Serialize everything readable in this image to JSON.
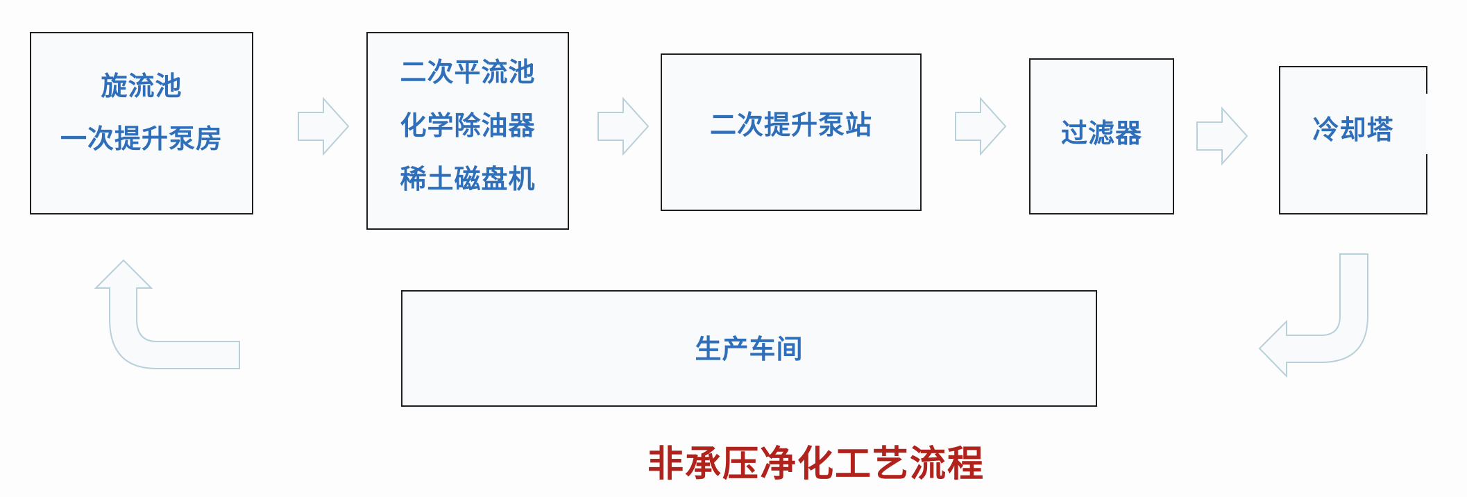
{
  "diagram": {
    "title": "非承压净化工艺流程",
    "colors": {
      "node_text": "#2F6FBA",
      "node_border": "#1E1E1E",
      "node_fill": "#F9FAFB",
      "arrow_stroke": "#B7D0D9",
      "arrow_fill": "#F9FAFB",
      "title": "#B0221B"
    },
    "nodes": [
      {
        "id": "node-1",
        "lines": [
          "旋流池",
          "一次提升泵房"
        ]
      },
      {
        "id": "node-2",
        "lines": [
          "二次平流池",
          "化学除油器",
          "稀土磁盘机"
        ]
      },
      {
        "id": "node-3",
        "lines": [
          "二次提升泵站"
        ]
      },
      {
        "id": "node-4",
        "lines": [
          "过滤器"
        ]
      },
      {
        "id": "node-5",
        "lines": [
          "冷却塔"
        ]
      },
      {
        "id": "node-6",
        "lines": [
          "生产车间"
        ]
      }
    ],
    "edges": [
      {
        "from": "node-1",
        "to": "node-2",
        "icon": "right-arrow-icon"
      },
      {
        "from": "node-2",
        "to": "node-3",
        "icon": "right-arrow-icon"
      },
      {
        "from": "node-3",
        "to": "node-4",
        "icon": "right-arrow-icon"
      },
      {
        "from": "node-4",
        "to": "node-5",
        "icon": "right-arrow-icon"
      },
      {
        "from": "node-5",
        "to": "node-6",
        "icon": "bent-arrow-down-left-icon"
      },
      {
        "from": "node-6",
        "to": "node-1",
        "icon": "bent-arrow-up-icon"
      }
    ]
  }
}
